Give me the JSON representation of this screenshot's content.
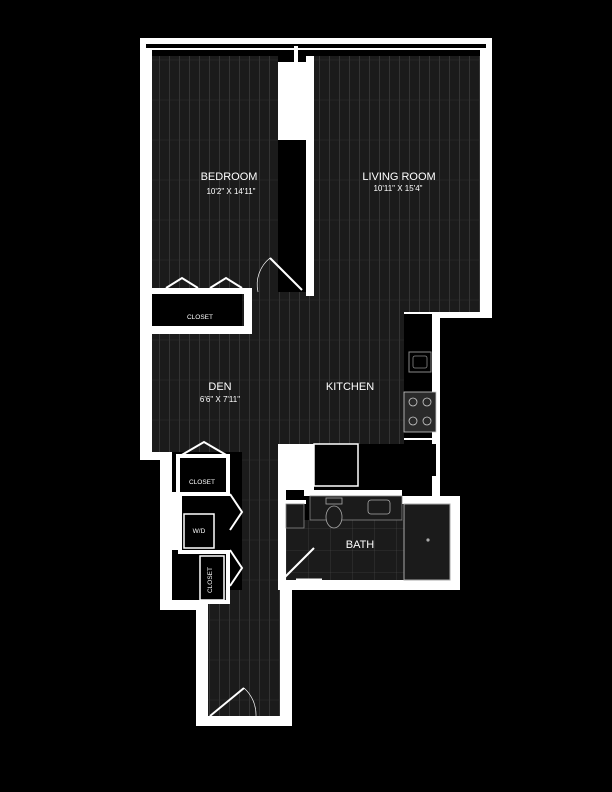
{
  "colors": {
    "background": "#000000",
    "wall": "#ffffff",
    "floor": "#1b1b1b",
    "plank_line": "#3a3a3a"
  },
  "rooms": {
    "bedroom": {
      "label": "BEDROOM",
      "dimensions": "10'2\" X 14'11\""
    },
    "living_room": {
      "label": "LIVING ROOM",
      "dimensions": "10'11\" X 15'4\""
    },
    "den": {
      "label": "DEN",
      "dimensions": "6'6\" X 7'11\""
    },
    "kitchen": {
      "label": "KITCHEN"
    },
    "bath": {
      "label": "BATH"
    }
  },
  "closets": {
    "bedroom_closet": "CLOSET",
    "den_closet": "CLOSET",
    "hall_closet": "CLOSET"
  },
  "appliances": {
    "washer_dryer": "W/D",
    "range_icon": "stove-icon",
    "sink_icon": "sink-icon",
    "toilet_icon": "toilet-icon"
  }
}
